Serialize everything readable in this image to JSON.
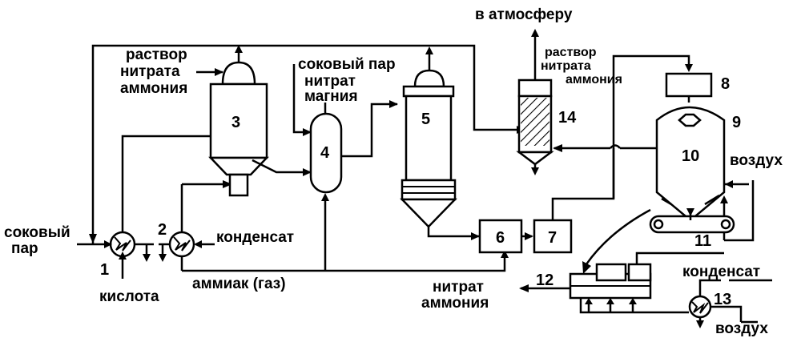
{
  "labels": {
    "atmosphere": "в атмосферу",
    "solution_top_l1": "раствор",
    "solution_top_l2": "нитрата",
    "solution_top_l3": "аммония",
    "juice_steam_top": "соковый пар",
    "magnesium_l1": "нитрат",
    "magnesium_l2": "магния",
    "solution_right_l1": "раствор",
    "solution_right_l2": "нитрата",
    "solution_right_l3": "аммония",
    "juice_steam_left_l1": "соковый",
    "juice_steam_left_l2": "пар",
    "condensate_left": "конденсат",
    "acid": "кислота",
    "ammonia_gas": "аммиак (газ)",
    "product_l1": "нитрат",
    "product_l2": "аммония",
    "air_right": "воздух",
    "condensate_right": "конденсат",
    "air_bottom": "воздух"
  },
  "units": {
    "u1": "1",
    "u2": "2",
    "u3": "3",
    "u4": "4",
    "u5": "5",
    "u6": "6",
    "u7": "7",
    "u8": "8",
    "u9": "9",
    "u10": "10",
    "u11": "11",
    "u12": "12",
    "u13": "13",
    "u14": "14"
  }
}
